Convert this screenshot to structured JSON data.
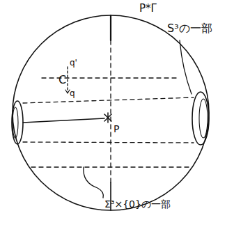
{
  "diagram": {
    "labels": [
      "P*Γ",
      "S³の一部",
      "Σ³×{0}の一部",
      "P",
      "q'",
      "C",
      "q"
    ]
  }
}
